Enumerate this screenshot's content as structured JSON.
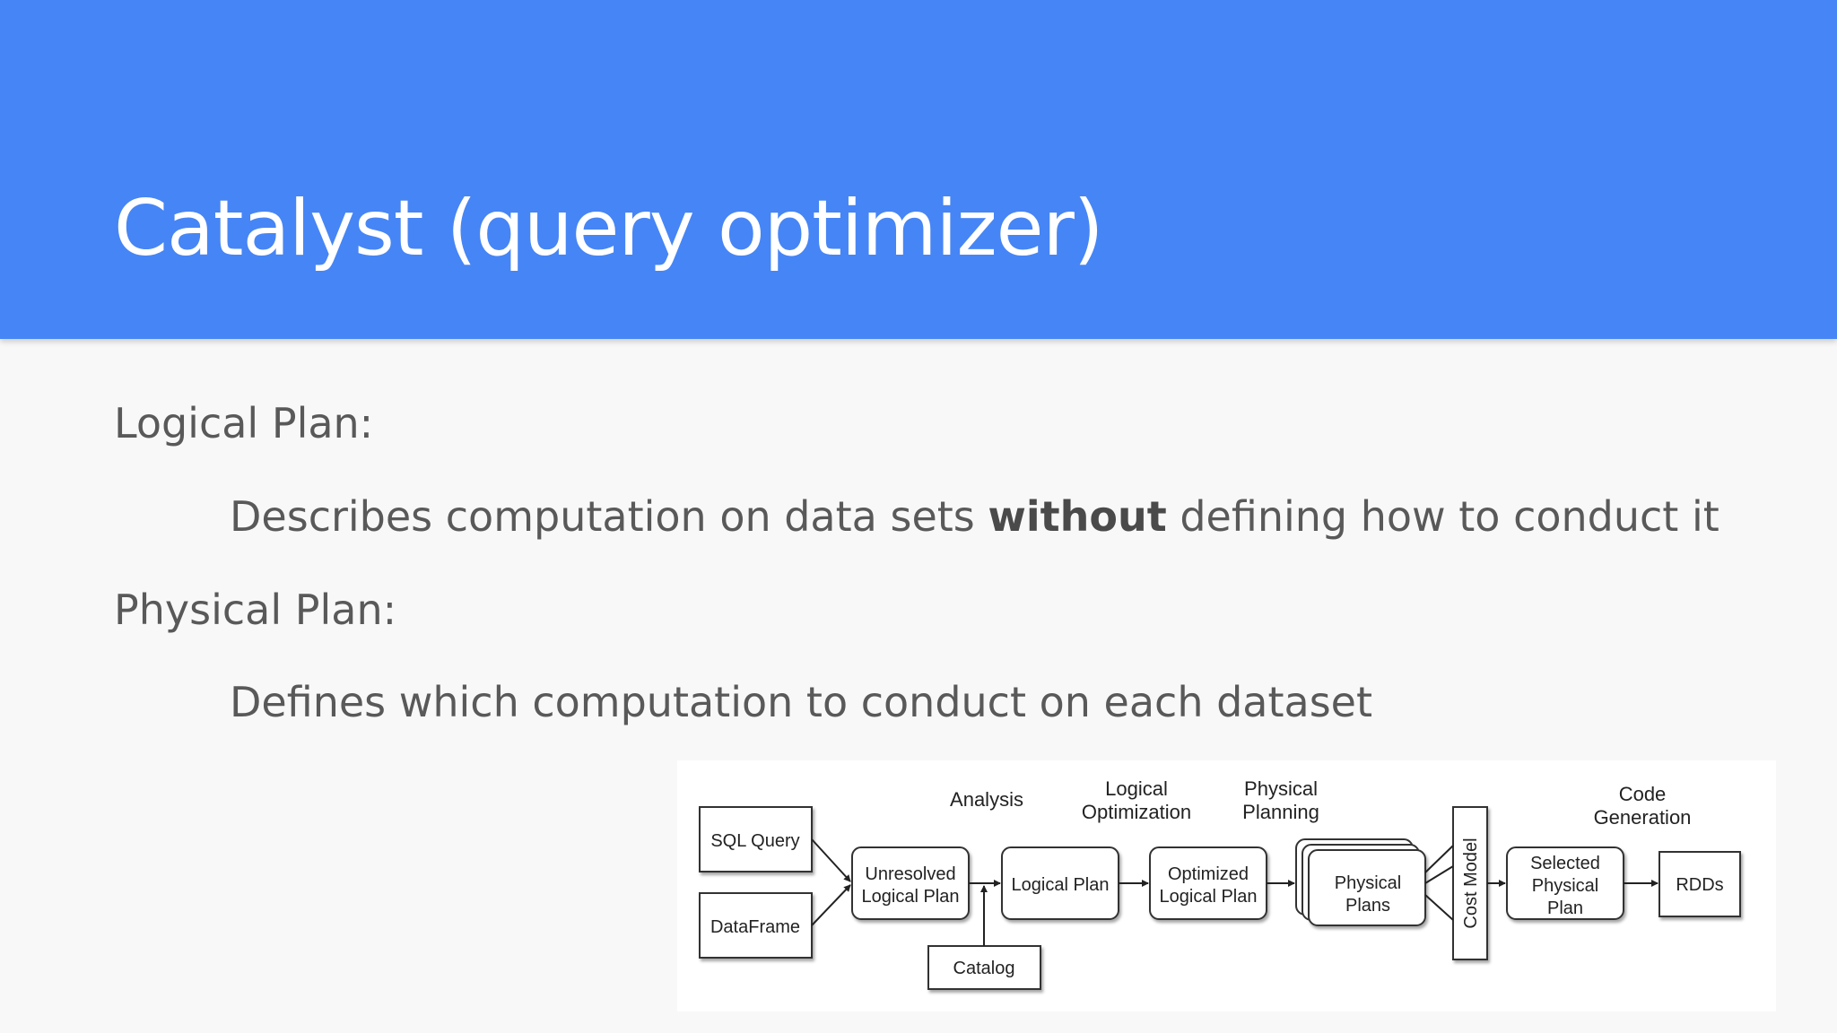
{
  "slide": {
    "title": "Catalyst (query optimizer)",
    "logical_label": "Logical Plan:",
    "logical_desc_pre": "Describes computation on data sets ",
    "logical_desc_bold": "without",
    "logical_desc_post": " defining how to conduct it",
    "physical_label": "Physical Plan:",
    "physical_desc": "Defines which computation to conduct on each dataset"
  },
  "colors": {
    "header": "#4685f5",
    "background": "#f8f8f8",
    "title_text": "#ffffff",
    "body_text": "#595959"
  },
  "diagram": {
    "nodes": {
      "sql_query": "SQL Query",
      "dataframe": "DataFrame",
      "unresolved_1": "Unresolved",
      "unresolved_2": "Logical Plan",
      "logical_plan": "Logical Plan",
      "optimized_1": "Optimized",
      "optimized_2": "Logical Plan",
      "physical_1": "Physical",
      "physical_2": "Plans",
      "cost_model": "Cost Model",
      "selected_1": "Selected",
      "selected_2": "Physical",
      "selected_3": "Plan",
      "rdds": "RDDs",
      "catalog": "Catalog"
    },
    "phases": {
      "analysis": "Analysis",
      "logical_opt_1": "Logical",
      "logical_opt_2": "Optimization",
      "physical_planning_1": "Physical",
      "physical_planning_2": "Planning",
      "codegen_1": "Code",
      "codegen_2": "Generation"
    }
  }
}
